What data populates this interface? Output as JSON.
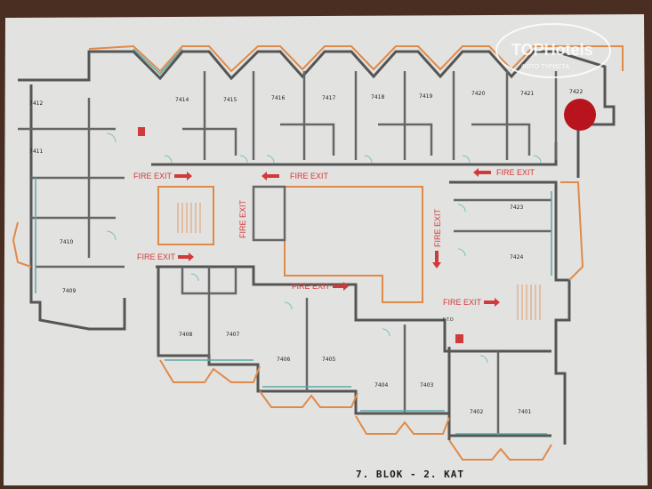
{
  "plan": {
    "title": "7. BLOK - 2. KAT",
    "fire_exit_label": "FIRE EXIT",
    "fto_label": "F.T.O",
    "rooms": [
      "7412",
      "7411",
      "7410",
      "7409",
      "7414",
      "7415",
      "7416",
      "7417",
      "7418",
      "7419",
      "7420",
      "7421",
      "7422",
      "7423",
      "7424",
      "7408",
      "7407",
      "7406",
      "7405",
      "7404",
      "7403",
      "7402",
      "7401"
    ],
    "marker_color": "#b8141e"
  },
  "watermark": {
    "brand": "TOPHotels",
    "caption": "ФОТО ТУРИСТА"
  }
}
